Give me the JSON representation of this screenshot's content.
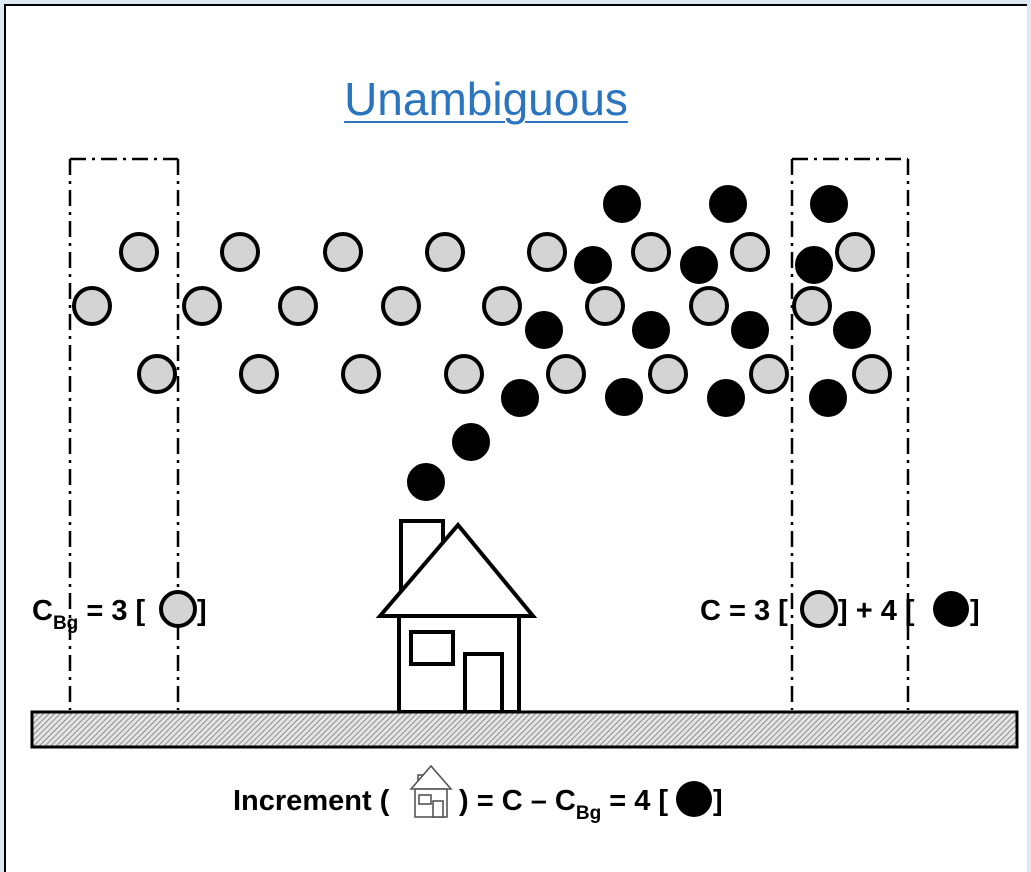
{
  "title": "Unambiguous",
  "colors": {
    "background_particle": "#d4d4d4",
    "added_particle": "#000000",
    "ground_hatch": "#a8a8a8",
    "title_link": "#2a74c0"
  },
  "left_label": {
    "text_c": "C",
    "subscript": "Bg",
    "text_eq": " = 3 [",
    "text_close": "]"
  },
  "right_label": {
    "text_c": "C = 3 [",
    "text_mid": "] + 4 [",
    "text_close": "]"
  },
  "bottom_formula": {
    "prefix": "Increment (",
    "mid": ") = C – C",
    "subscript": "Bg",
    "suffix": " = 4 [",
    "close": "]"
  },
  "particle_counts": {
    "background_in_sample_box": 3,
    "added_in_sample_box": 4,
    "increment": 4
  }
}
